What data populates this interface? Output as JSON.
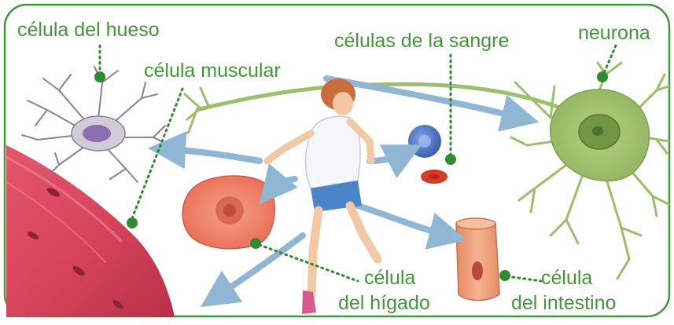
{
  "labels": {
    "bone_cell": "célula del hueso",
    "muscle_cell": "célula muscular",
    "blood_cells": "células de la sangre",
    "neuron": "neurona",
    "liver_cell_line1": "célula",
    "liver_cell_line2": "del hígado",
    "intestine_cell_line1": "célula",
    "intestine_cell_line2": "del intestino"
  },
  "colors": {
    "label_text": "#3f9a35",
    "leader_line": "#2e8b2e",
    "frame_border": "#3f9a35",
    "arrow": "#8fb6d3",
    "muscle": "#d8455a",
    "neuron": "#9bbf6a",
    "liver": "#ef8266",
    "blood_blue": "#4a77c9",
    "blood_red": "#d83b2a",
    "intestine": "#f0a07a",
    "bone": "#c6bcc9"
  }
}
